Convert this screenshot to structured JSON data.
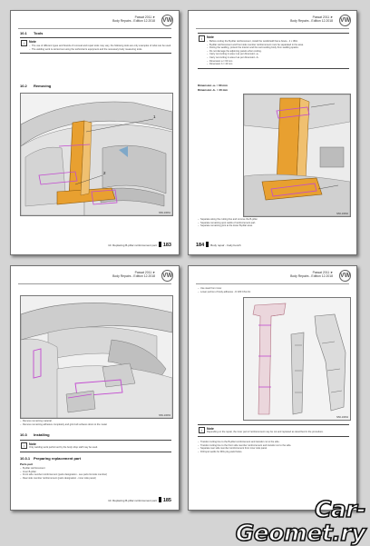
{
  "header": {
    "line1": "Passat 2011 ➤",
    "line2": "Body Repairs - Edition 12.2018",
    "logo": "VW"
  },
  "page1": {
    "tools_title": "Tools",
    "tools_num": "10.1",
    "note_title": "Note",
    "note_items": [
      "The use of different types and brands of removal and repair tools may vary, the following tools are only examples of what can be used.",
      "The welding work is carried out using the technician's equipment and the necessary body measuring tools."
    ],
    "removing_title": "Removing",
    "removing_num": "10.2",
    "labels": [
      "1",
      "2"
    ],
    "fig_id": "N50-10061",
    "footer": "10. Replacing B-pillar reinforcement part",
    "page_no": "183"
  },
  "page2": {
    "note_title": "Note",
    "note_items": [
      "Before cutting the B-pillar reinforcement, install the windshield frame brace - 2 x 3DA.",
      "B-pillar reinforcement and front side member reinforcement must be separated in the area.",
      "During the welding, protect the interior and the surrounding body from welding sparks.",
      "Do not damage the adjoining panels when cutting.",
      "Carry out cutting in area 1 as per dimension -a-.",
      "Carry out cutting in area 2 as per dimension -b-.",
      "Dimension a = 60 mm",
      "Dimension b = 40 mm"
    ],
    "dim_a": "Dimension -a- = 60 mm",
    "dim_b": "Dimension -b- = 40 mm",
    "fig_id": "N50-10062",
    "bullets": [
      "Separate along the cutting line and remove the B-pillar.",
      "Separate remaining spot welds of reinforcement part.",
      "Separate remaining joint at the lower B-pillar area."
    ],
    "footer": "Body repair - body bench",
    "page_no": "184"
  },
  "page3": {
    "fig_id": "N50-10063",
    "bullets": [
      "Remove remaining material.",
      "Remove remaining adhesive completely and grind all surfaces down to the metal."
    ],
    "installing_num": "10.3",
    "installing_title": "Installing",
    "note_title": "Note",
    "note_text": "Only welding work performed by the body shop staff may be used.",
    "prep_num": "10.3.1",
    "prep_title": "Preparing replacement part",
    "parts_label": "Parts part",
    "parts": [
      "B-pillar reinforcement",
      "Inner B-pillar",
      "Front side member reinforcement (parts designation - see parts list side member)",
      "Rear side member reinforcement (parts designation - inner side panel)"
    ],
    "footer": "10. Replacing B-pillar reinforcement part",
    "page_no": "185"
  },
  "page4": {
    "top_items": [
      "Use steel from inner.",
      "Lower portion of body adhesive - D 180 CS1 A3."
    ],
    "note_title": "Note",
    "note_text": "Depending on the repair, the inner part of reinforcement may be cut and replaced as described in the procedure.",
    "fig_id": "N50-10064",
    "bullets": [
      "Transfer cutting line to the B-pillar reinforcement and transfer cut to the side.",
      "Transfer cutting line to the front side member reinforcement and transfer cut to the side.",
      "Separate rear side member reinforcement from inner side panel.",
      "Drill spot welds for MIG plug weld holes."
    ]
  },
  "watermark": "Car-Geomet.ry"
}
